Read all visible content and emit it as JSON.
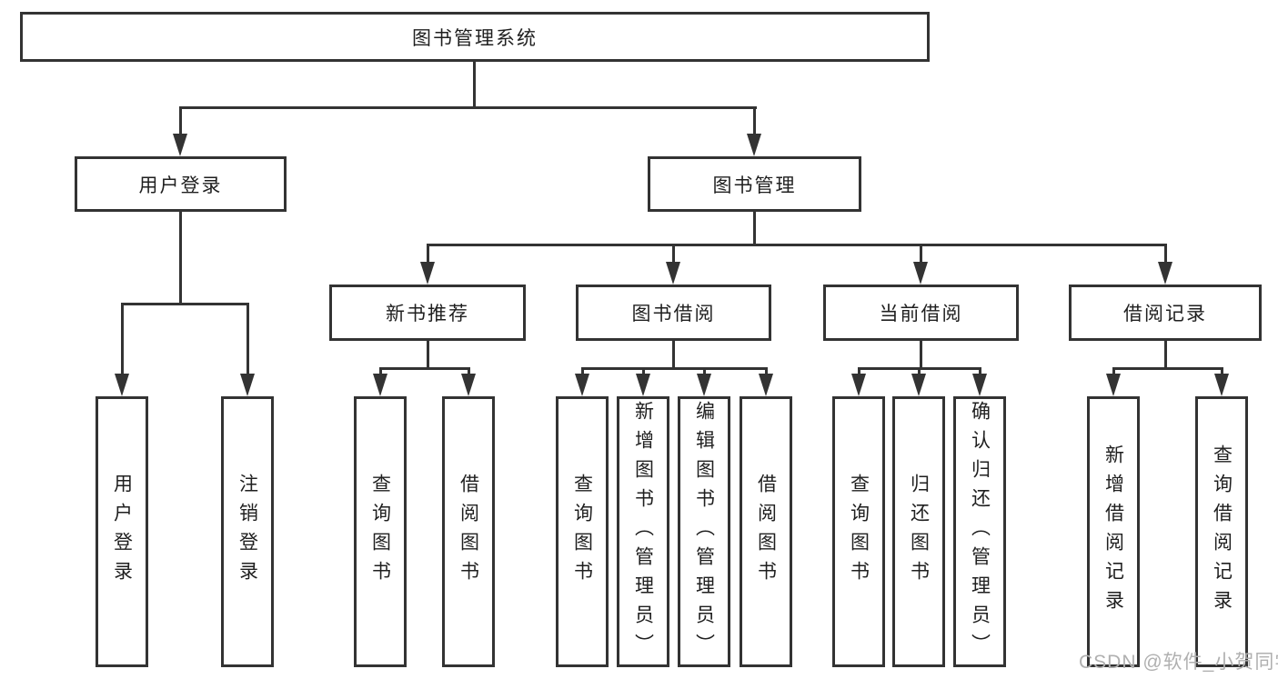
{
  "diagram": {
    "root": {
      "label": "图书管理系统"
    },
    "level2": [
      {
        "label": "用户登录",
        "children": [
          "用户登录",
          "注销登录"
        ]
      },
      {
        "label": "图书管理"
      }
    ],
    "level3": [
      {
        "label": "新书推荐",
        "children": [
          "查询图书",
          "借阅图书"
        ]
      },
      {
        "label": "图书借阅",
        "children": [
          "查询图书",
          "新增图书（管理员）",
          "编辑图书（管理员）",
          "借阅图书"
        ]
      },
      {
        "label": "当前借阅",
        "children": [
          "查询图书",
          "归还图书",
          "确认归还（管理员）"
        ]
      },
      {
        "label": "借阅记录",
        "children": [
          "新增借阅记录",
          "查询借阅记录"
        ]
      }
    ]
  },
  "watermark": {
    "text": "CSDN @软件_小贺同学"
  },
  "colors": {
    "line": "#333333",
    "text": "#1f1f1f",
    "watermark": "#b0b0b0",
    "background": "#ffffff"
  }
}
